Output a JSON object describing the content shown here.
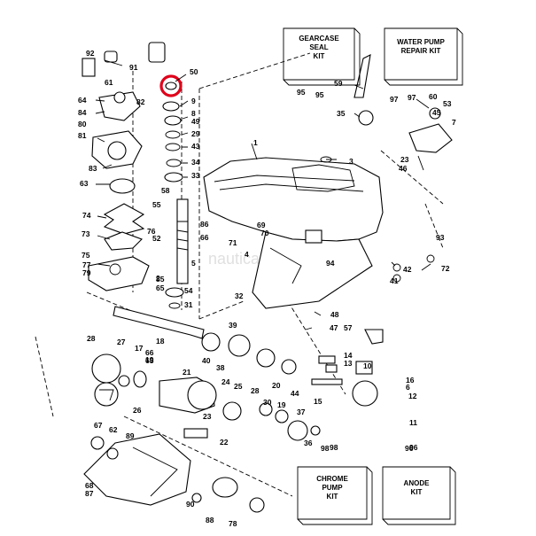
{
  "watermark": "nauticabasile.it",
  "highlight_color": "#e0001a",
  "kits": [
    {
      "id": "gearcase-seal-kit",
      "lines": [
        "GEARCASE",
        "SEAL",
        "KIT"
      ],
      "number": "95"
    },
    {
      "id": "water-pump-repair-kit",
      "lines": [
        "WATER PUMP",
        "REPAIR KIT"
      ],
      "number": "97"
    },
    {
      "id": "chrome-pump-kit",
      "lines": [
        "CHROME",
        "PUMP",
        "KIT"
      ],
      "number": "98"
    },
    {
      "id": "anode-kit",
      "lines": [
        "ANODE",
        "KIT"
      ],
      "number": "96"
    }
  ],
  "labels": [
    "92",
    "91",
    "50",
    "61",
    "64",
    "84",
    "80",
    "82",
    "81",
    "9",
    "8",
    "49",
    "29",
    "43",
    "34",
    "33",
    "83",
    "63",
    "74",
    "73",
    "75",
    "77",
    "79",
    "58",
    "55",
    "52",
    "85",
    "65",
    "2",
    "54",
    "31",
    "1",
    "3",
    "86",
    "66",
    "69",
    "70",
    "71",
    "4",
    "32",
    "18",
    "19",
    "39",
    "40",
    "38",
    "28",
    "27",
    "17",
    "66",
    "65",
    "21",
    "26",
    "24",
    "25",
    "28",
    "30",
    "19",
    "37",
    "20",
    "44",
    "23",
    "22",
    "67",
    "62",
    "89",
    "68",
    "87",
    "90",
    "88",
    "78",
    "36",
    "15",
    "48",
    "47",
    "57",
    "14",
    "13",
    "10",
    "16",
    "6",
    "12",
    "11",
    "59",
    "35",
    "60",
    "45",
    "53",
    "7",
    "23",
    "46",
    "93",
    "42",
    "41",
    "72",
    "5",
    "76",
    "94",
    "97",
    "95",
    "98",
    "96"
  ]
}
